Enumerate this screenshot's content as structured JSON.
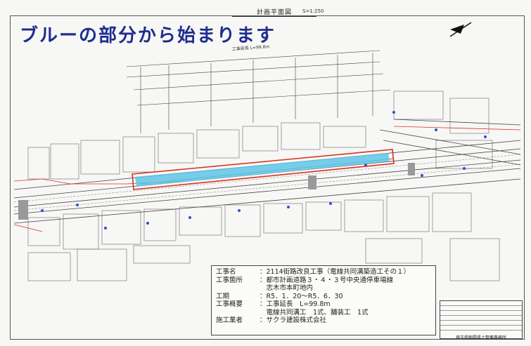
{
  "drawing": {
    "title": "計画平面図",
    "scale": "S=1:250",
    "headline": "ブルーの部分から始まります",
    "length_note": "工事延長 L=99.8m"
  },
  "info": {
    "rows": [
      {
        "label": "工事名",
        "value": "：2114街路改良工事（電線共同溝築造工その１）"
      },
      {
        "label": "工事箇所",
        "value": "：都市計画道路３・４・３号中央通停車場線"
      },
      {
        "label": "",
        "value": "　志木市本町地内"
      },
      {
        "label": "工期",
        "value": "：R5．1．20～R5．6．30"
      },
      {
        "label": "工事概要",
        "value": "：工事延長　L=99.8m"
      },
      {
        "label": "",
        "value": "　電線共同溝工　1式、舗装工　1式"
      },
      {
        "label": "施工業者",
        "value": "：サクラ建設株式会社"
      }
    ]
  },
  "office": "埼玉県朝霞県土整備事務所",
  "colors": {
    "headline": "#1f2d8f",
    "highlight_fill": "#5ec6e8",
    "highlight_border": "#d8321e",
    "road_line": "#444444",
    "red_line": "#d8321e",
    "blue_mark": "#2a4fd6"
  }
}
